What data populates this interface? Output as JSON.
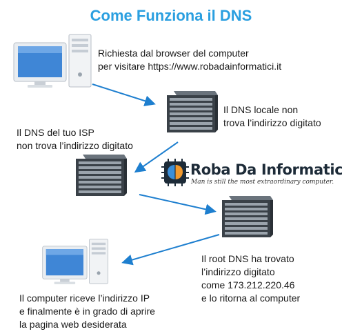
{
  "title": "Come Funziona il DNS",
  "logo": {
    "brand": "Roba Da Informatici",
    "tagline": "Man is still the most extraordinary computer."
  },
  "steps": [
    {
      "lines": [
        "Richiesta dal browser del computer",
        "per visitare https://www.robadainformatici.it"
      ]
    },
    {
      "lines": [
        "Il DNS locale non",
        "trova l’indirizzo digitato"
      ]
    },
    {
      "lines": [
        "Il DNS del tuo ISP",
        "non trova l’indirizzo digitato"
      ]
    },
    {
      "lines": [
        "Il root DNS ha trovato",
        "l’indirizzo digitato",
        "come 173.212.220.46",
        "e lo ritorna al computer"
      ]
    },
    {
      "lines": [
        "Il computer riceve l’indirizzo IP",
        "e finalmente è in grado di aprire",
        "la pagina web desiderata"
      ]
    }
  ],
  "colors": {
    "title": "#2a9fe0",
    "arrow": "#1e7fcf"
  },
  "icons": [
    "computer-icon",
    "server-icon",
    "brain-chip-logo"
  ]
}
